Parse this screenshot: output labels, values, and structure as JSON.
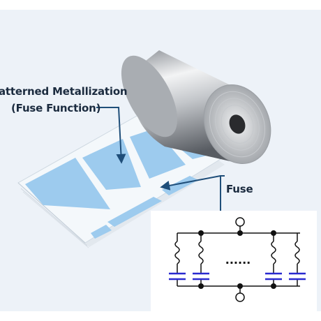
{
  "labels": {
    "metallization_line1": "atterned Metallization",
    "metallization_line2": "(Fuse Function)",
    "fuse": "Fuse"
  },
  "circuit": {
    "ellipsis": "......"
  },
  "colors": {
    "background": "#edf2f8",
    "film": "#f4f8fb",
    "metal_pad": "#9dcbee",
    "arrow": "#1f4e79",
    "capacitor": "#2a2ad0",
    "wire": "#111111"
  }
}
